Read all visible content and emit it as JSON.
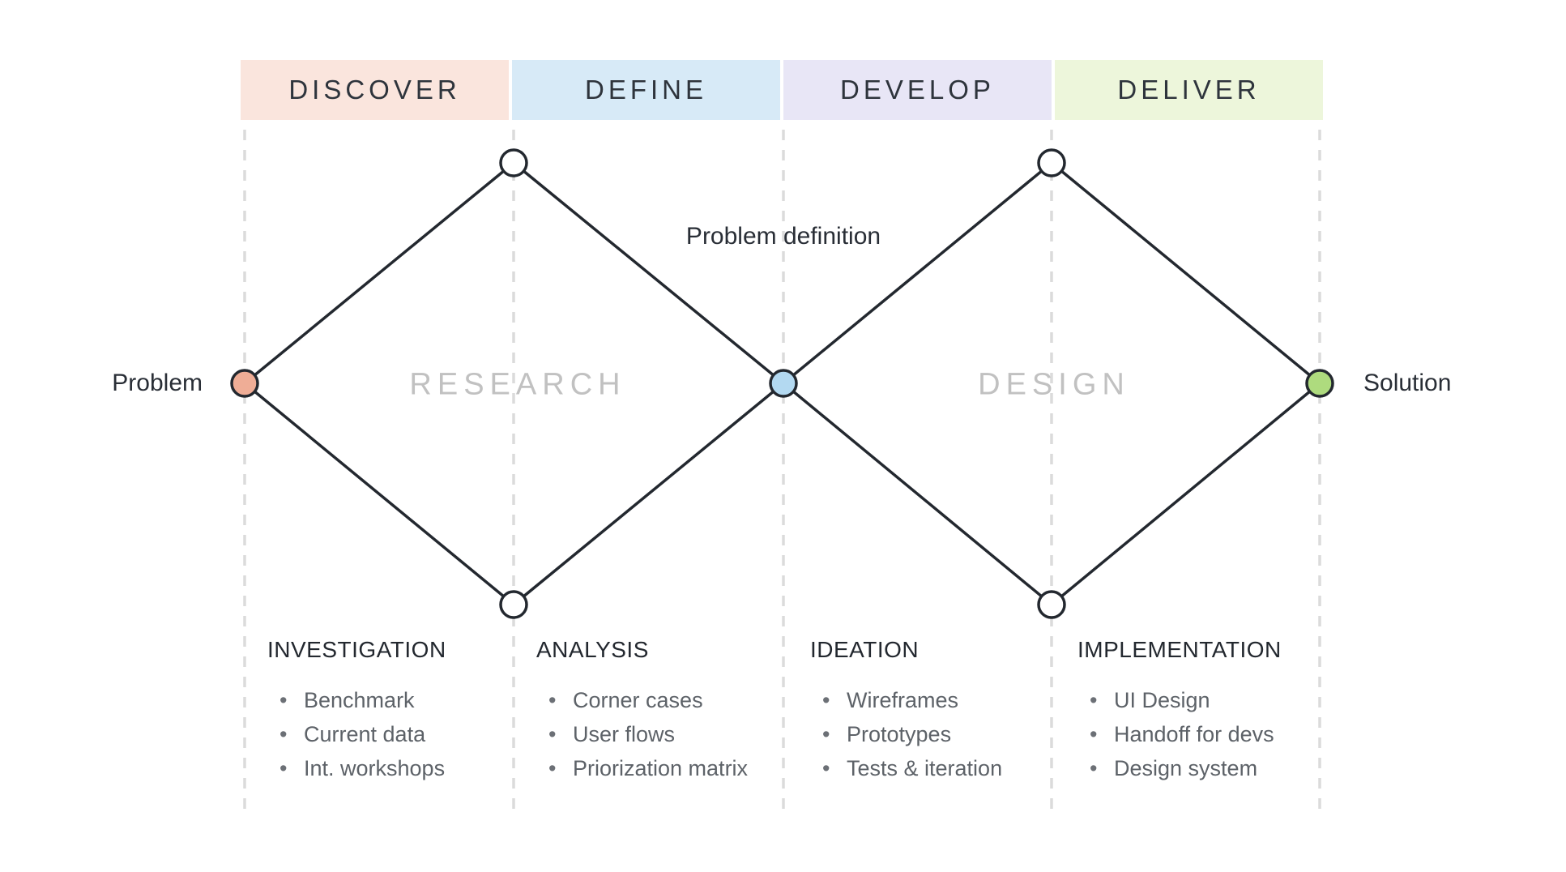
{
  "title": "Double Diamond design process diagram",
  "ui": {
    "bullet_char": "•"
  },
  "phases": [
    {
      "label": "DISCOVER",
      "bg": "#FAE5DD"
    },
    {
      "label": "DEFINE",
      "bg": "#D7EAF7"
    },
    {
      "label": "DEVELOP",
      "bg": "#E8E6F6"
    },
    {
      "label": "DELIVER",
      "bg": "#EDF6DB"
    }
  ],
  "diamonds": [
    {
      "label": "RESEARCH"
    },
    {
      "label": "DESIGN"
    }
  ],
  "nodes": {
    "problem": {
      "label": "Problem",
      "color": "#EFAD96"
    },
    "problem_definition": {
      "label": "Problem definition",
      "color": "#B3D9F1"
    },
    "solution": {
      "label": "Solution",
      "color": "#AEDB7E"
    },
    "milestone": {
      "color": "#FFFFFF"
    }
  },
  "columns": [
    {
      "title": "INVESTIGATION",
      "items": [
        "Benchmark",
        "Current data",
        "Int. workshops"
      ]
    },
    {
      "title": "ANALYSIS",
      "items": [
        "Corner cases",
        "User flows",
        "Priorization matrix"
      ]
    },
    {
      "title": "IDEATION",
      "items": [
        "Wireframes",
        "Prototypes",
        "Tests & iteration"
      ]
    },
    {
      "title": "IMPLEMENTATION",
      "items": [
        "UI Design",
        "Handoff for devs",
        "Design system"
      ]
    }
  ],
  "colors": {
    "diamond_stroke": "#23282F",
    "divider_dash": "#DBDBDB",
    "watermark_text": "#C1C1C1",
    "phase_text": "#2E343C",
    "body_text": "#292E36",
    "list_text": "#5D6268"
  }
}
